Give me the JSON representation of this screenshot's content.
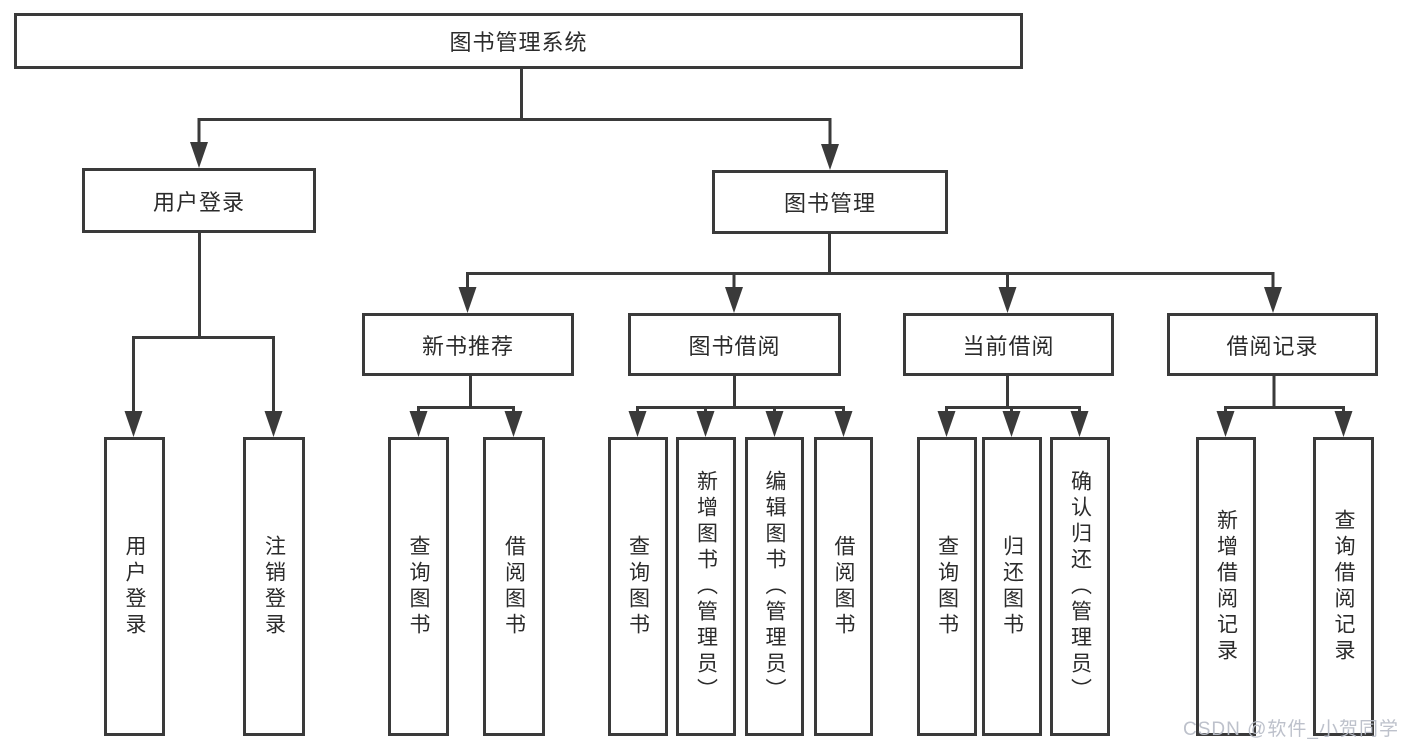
{
  "diagram": {
    "type": "hierarchy",
    "tree": {
      "label": "图书管理系统",
      "children": [
        {
          "label": "用户登录",
          "children": [
            {
              "label": "用户登录"
            },
            {
              "label": "注销登录"
            }
          ]
        },
        {
          "label": "图书管理",
          "children": [
            {
              "label": "新书推荐",
              "children": [
                {
                  "label": "查询图书"
                },
                {
                  "label": "借阅图书"
                }
              ]
            },
            {
              "label": "图书借阅",
              "children": [
                {
                  "label": "查询图书"
                },
                {
                  "label": "新增图书（管理员）"
                },
                {
                  "label": "编辑图书（管理员）"
                },
                {
                  "label": "借阅图书"
                }
              ]
            },
            {
              "label": "当前借阅",
              "children": [
                {
                  "label": "查询图书"
                },
                {
                  "label": "归还图书"
                },
                {
                  "label": "确认归还（管理员）"
                }
              ]
            },
            {
              "label": "借阅记录",
              "children": [
                {
                  "label": "新增借阅记录"
                },
                {
                  "label": "查询借阅记录"
                }
              ]
            }
          ]
        }
      ]
    },
    "colors": {
      "line": "#3a3a3a",
      "text": "#2b2b2b",
      "box_fill": "#ffffff",
      "background": "#ffffff",
      "watermark": "#b9bec8"
    }
  },
  "watermark": {
    "text": "CSDN @软件_小贺同学"
  }
}
